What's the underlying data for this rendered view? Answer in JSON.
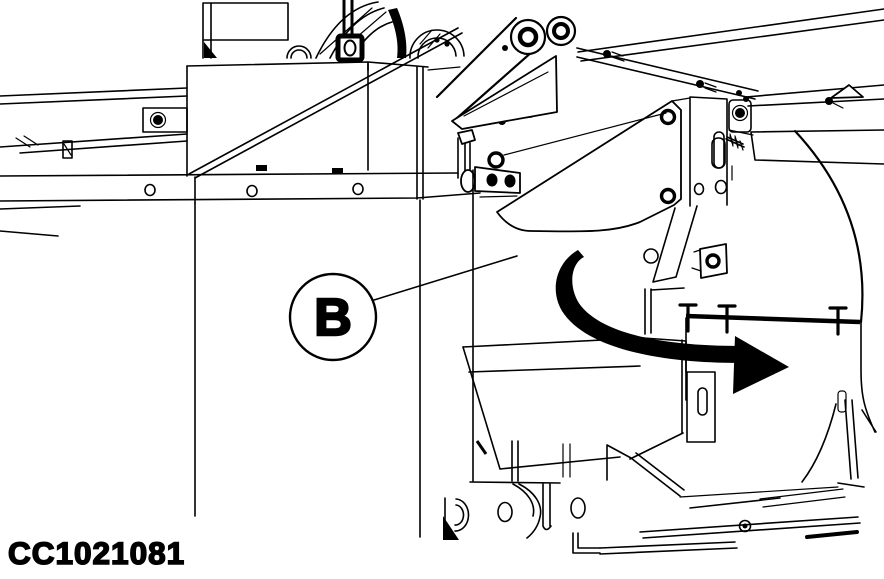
{
  "figure": {
    "id": "CC1021081",
    "type": "technical-line-illustration",
    "background_color": "#ffffff",
    "line_color": "#000000",
    "callouts": [
      {
        "label": "B",
        "shape": "circle-with-leader-line"
      }
    ],
    "annotations": [
      {
        "name": "rotation-arrow",
        "style": "thick-tapered-curve",
        "direction": "clockwise-down-right"
      }
    ]
  }
}
